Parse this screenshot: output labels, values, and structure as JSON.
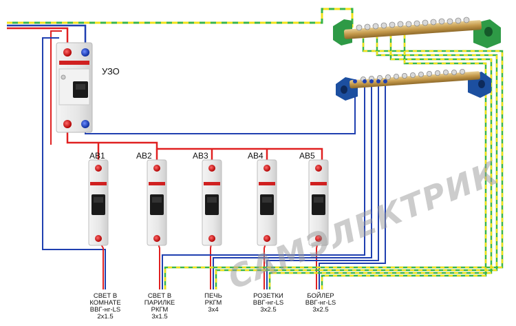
{
  "rcd": {
    "label": "УЗО"
  },
  "breakers": [
    {
      "id": "АВ1",
      "caption": [
        "СВЕТ В",
        "КОМНАТЕ",
        "ВВГ-нг-LS",
        "2х1.5"
      ]
    },
    {
      "id": "АВ2",
      "caption": [
        "СВЕТ В",
        "ПАРИЛКЕ",
        "РКГМ",
        "3х1.5"
      ]
    },
    {
      "id": "АВ3",
      "caption": [
        "ПЕЧЬ",
        "РКГМ",
        "3х4"
      ]
    },
    {
      "id": "АВ4",
      "caption": [
        "РОЗЕТКИ",
        "ВВГ-нг-LS",
        "3х2.5"
      ]
    },
    {
      "id": "АВ5",
      "caption": [
        "БОЙЛЕР",
        "ВВГ-нг-LS",
        "3х2.5"
      ]
    }
  ],
  "watermark": "САМЭЛЕКТРИК",
  "colors": {
    "phase": "#e02020",
    "neutral": "#1f3fb0",
    "earth_green": "#3ab54a",
    "earth_yellow": "#f2e21a",
    "brass": "#c9a45c",
    "bus_green": "#2e9a46",
    "bus_blue": "#1c4fa0"
  }
}
